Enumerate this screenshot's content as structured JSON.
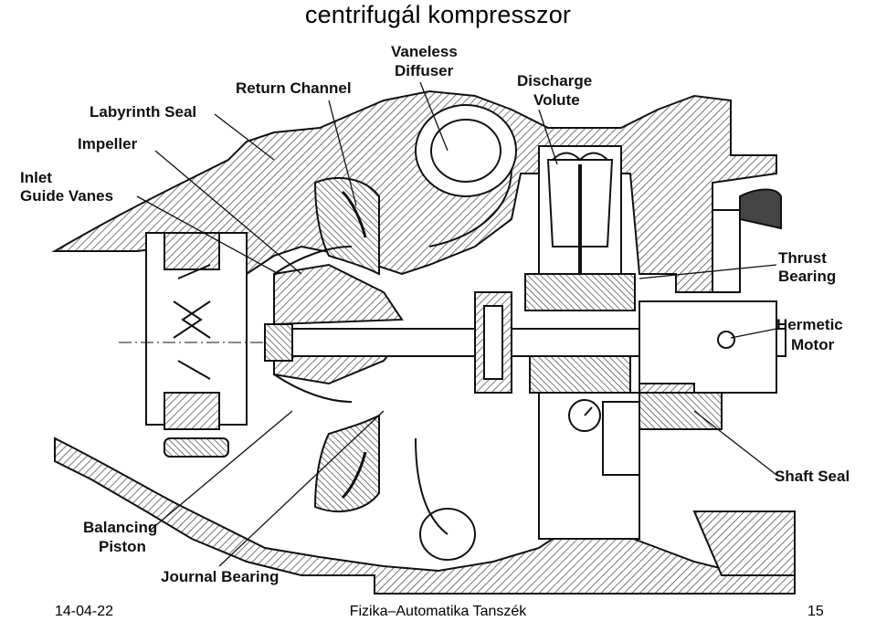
{
  "slide": {
    "title": "centrifugál kompresszor"
  },
  "diagram": {
    "labels": {
      "vaneless_diffuser_1": "Vaneless",
      "vaneless_diffuser_2": "Diffuser",
      "return_channel": "Return Channel",
      "discharge_volute_1": "Discharge",
      "discharge_volute_2": "Volute",
      "labyrinth_seal": "Labyrinth Seal",
      "impeller": "Impeller",
      "inlet_guide_vanes_1": "Inlet",
      "inlet_guide_vanes_2": "Guide Vanes",
      "thrust_bearing_1": "Thrust",
      "thrust_bearing_2": "Bearing",
      "hermetic_motor_1": "Hermetic",
      "hermetic_motor_2": "Motor",
      "shaft_seal": "Shaft Seal",
      "balancing_piston_1": "Balancing",
      "balancing_piston_2": "Piston",
      "journal_bearing": "Journal Bearing"
    }
  },
  "footer": {
    "date": "14-04-22",
    "center": "Fizika–Automatika Tanszék",
    "page": "15"
  }
}
